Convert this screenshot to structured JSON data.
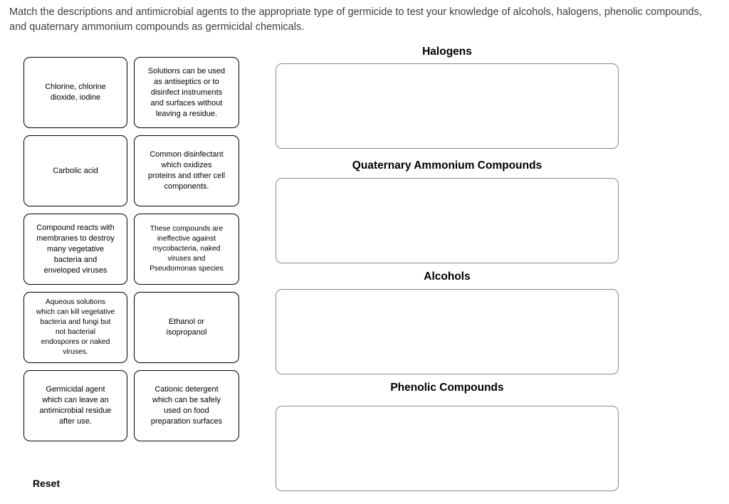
{
  "instructions": "Match the descriptions and antimicrobial agents to the appropriate type of germicide to test your knowledge of alcohols, halogens, phenolic compounds, and quaternary ammonium compounds as germicidal chemicals.",
  "cards": [
    {
      "label": "Chlorine, chlorine\ndioxide, iodine"
    },
    {
      "label": "Solutions can be used\nas antiseptics or to\ndisinfect instruments\nand surfaces without\nleaving a residue."
    },
    {
      "label": "Carbolic acid"
    },
    {
      "label": "Common disinfectant\nwhich oxidizes\nproteins and other cell\ncomponents."
    },
    {
      "label": "Compound reacts with\nmembranes to destroy\nmany vegetative\nbacteria and\nenveloped viruses"
    },
    {
      "label": "These compounds are\nineffective against\nmycobacteria, naked\nviruses and\nPseudomonas species"
    },
    {
      "label": "Aqueous solutions\nwhich can kill vegetative\nbacteria and fungi but\nnot bacterial\nendospores or naked\nviruses."
    },
    {
      "label": "Ethanol or\nisopropanol"
    },
    {
      "label": "Germicidal agent\nwhich can leave an\nantimicrobial residue\nafter use."
    },
    {
      "label": "Cationic detergent\nwhich can be safely\nused on food\npreparation surfaces"
    }
  ],
  "zones": [
    {
      "label": "Halogens"
    },
    {
      "label": "Quaternary Ammonium Compounds"
    },
    {
      "label": "Alcohols"
    },
    {
      "label": "Phenolic Compounds"
    }
  ],
  "reset_label": "Reset",
  "colors": {
    "background": "#ffffff",
    "card_border": "#000000",
    "zone_border": "#8a8a8a",
    "instruction_text": "#3d3d3d",
    "text": "#000000"
  }
}
